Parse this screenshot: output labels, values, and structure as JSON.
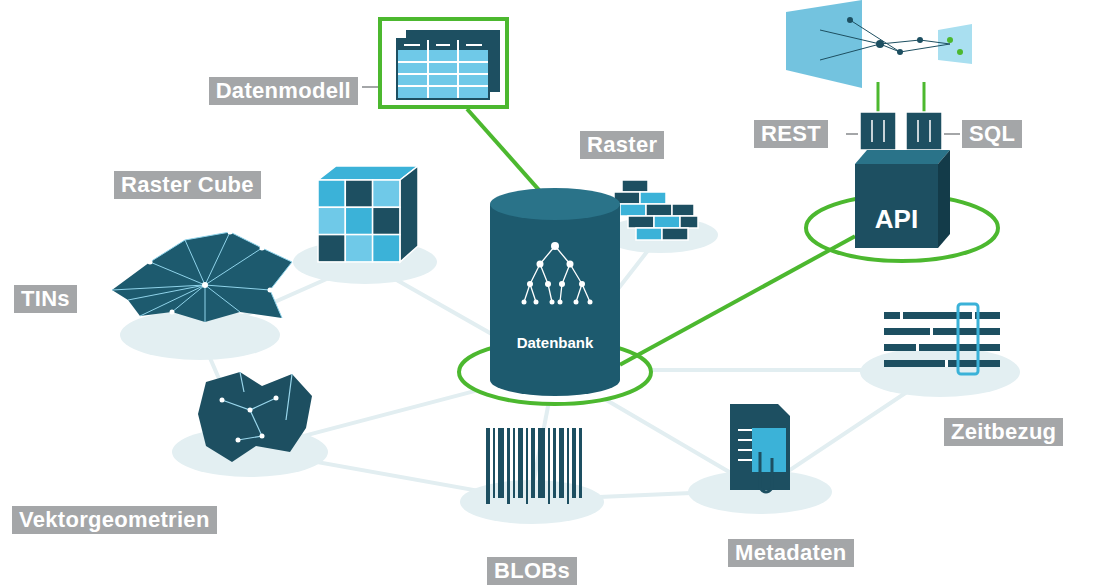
{
  "diagram": {
    "nodes": [
      {
        "text": [
          "Datenmodell"
        ]
      },
      {
        "text": [
          "Raster"
        ]
      },
      {
        "text": [
          "REST"
        ]
      },
      {
        "text": [
          "SQL"
        ]
      },
      {
        "text": [
          "Raster Cube"
        ]
      },
      {
        "text": [
          "API"
        ]
      },
      {
        "text": [
          "TINs"
        ]
      },
      {
        "text": [
          "Datenbank"
        ]
      },
      {
        "text": [
          "Zeitbezug"
        ]
      },
      {
        "text": [
          "Vektorgeometrien"
        ]
      },
      {
        "text": [
          "Metadaten"
        ]
      },
      {
        "text": [
          "BLOBs"
        ]
      }
    ],
    "edges": [
      {
        "from": 7,
        "to": 0,
        "arrow": "none"
      },
      {
        "from": 7,
        "to": 5,
        "arrow": "none"
      }
    ]
  }
}
